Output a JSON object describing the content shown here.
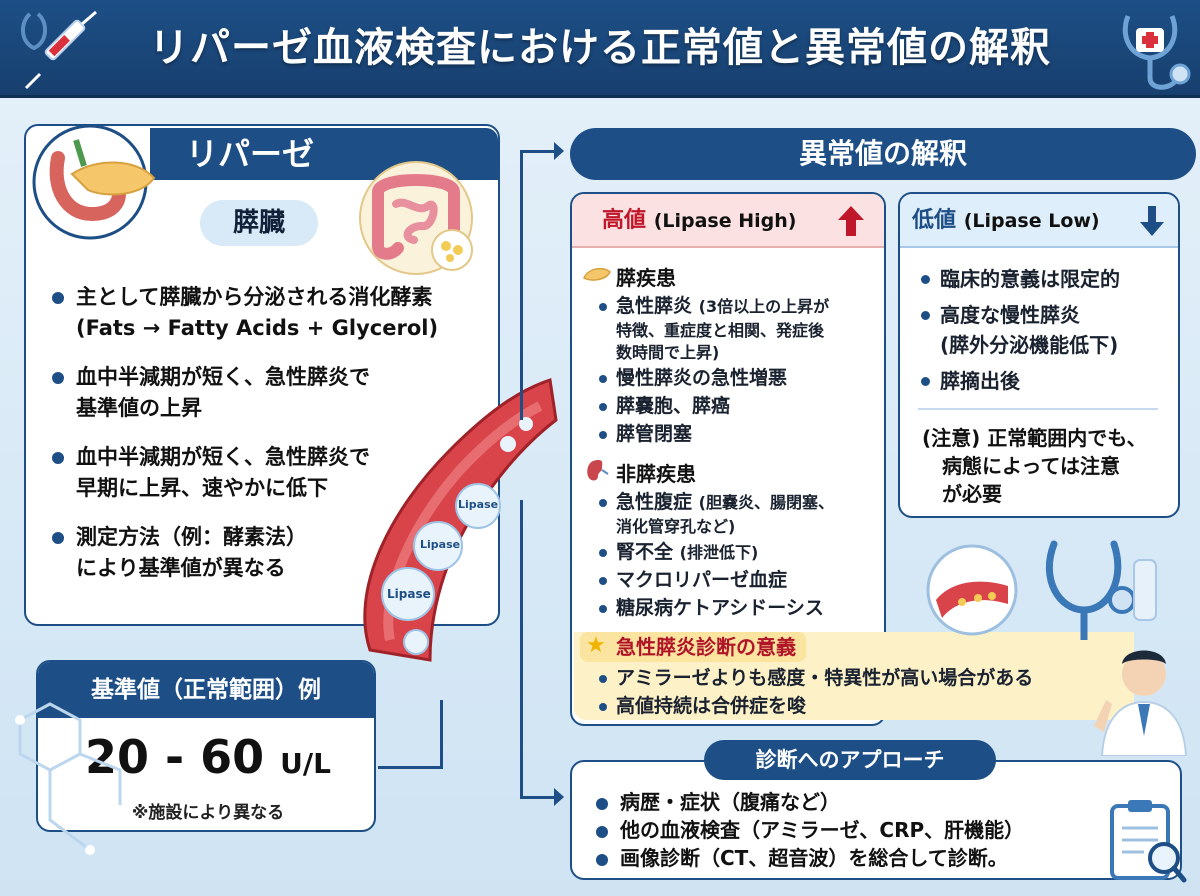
{
  "header": {
    "title": "リパーゼ血液検査における正常値と異常値の解釈"
  },
  "lipase_card": {
    "title": "リパーゼ",
    "organ": "膵臓",
    "bullets": [
      {
        "line1": "主として膵臓から分泌される消化酵素",
        "line2": "(Fats → Fatty Acids + Glycerol)"
      },
      {
        "line1": "血中半減期が短く、急性膵炎で",
        "line2": "基準値の上昇"
      },
      {
        "line1": "血中半減期が短く、急性膵炎で",
        "line2": "早期に上昇、速やかに低下"
      },
      {
        "line1": "測定方法（例：酵素法）",
        "line2": "により基準値が異なる"
      }
    ]
  },
  "reference": {
    "heading": "基準値（正常範囲）例",
    "value": "20 - 60",
    "unit": "U/L",
    "note": "※施設により異なる"
  },
  "vessel": {
    "labels": [
      "Lipase",
      "Lipase",
      "Lipase"
    ]
  },
  "abnormal": {
    "title": "異常値の解釈",
    "high": {
      "label": "高値",
      "label_en": "(Lipase High)",
      "pancreatic": {
        "category": "膵疾患",
        "items": [
          {
            "main": "急性膵炎",
            "detail": "(3倍以上の上昇が"
          },
          {
            "main": "特徴、重症度と相関、発症後"
          },
          {
            "main": "数時間で上昇)"
          },
          {
            "main": "慢性膵炎の急性増悪"
          },
          {
            "main": "膵嚢胞、膵癌"
          },
          {
            "main": "膵管閉塞"
          }
        ]
      },
      "non_pancreatic": {
        "category": "非膵疾患",
        "items": [
          {
            "main": "急性腹症",
            "detail": "(胆嚢炎、腸閉塞、"
          },
          {
            "main": "消化管穿孔など)"
          },
          {
            "main": "腎不全",
            "detail": "(排泄低下)"
          },
          {
            "main": "マクロリパーゼ血症"
          },
          {
            "main": "糖尿病ケトアシドーシス"
          }
        ]
      },
      "diagnosis": {
        "title": "急性膵炎診断の意義",
        "items": [
          "アミラーゼよりも感度・特異性が高い場合がある",
          "高値持続は合併症を唆"
        ]
      }
    },
    "low": {
      "label": "低値",
      "label_en": "(Lipase Low)",
      "items": [
        {
          "line1": "臨床的意義は限定的"
        },
        {
          "line1": "高度な慢性膵炎",
          "line2": "(膵外分泌機能低下)"
        },
        {
          "line1": "膵摘出後"
        }
      ],
      "caution_line1": "(注意) 正常範囲内でも、",
      "caution_line2": "病態によっては注意",
      "caution_line3": "が必要"
    }
  },
  "approach": {
    "title": "診断へのアプローチ",
    "items": [
      "病歴・症状（腹痛など）",
      "他の血液検査（アミラーゼ、CRP、肝機能）",
      "画像診断（CT、超音波）を総合して診断。"
    ]
  },
  "colors": {
    "navy": "#1d4f86",
    "high_red": "#c0162a",
    "high_bg": "#fbe1e1",
    "low_bg": "#dfeefb",
    "diag_bg": "#fdf1c8"
  },
  "icons": [
    "stethoscope-icon",
    "syringe-icon",
    "pancreas-icon",
    "intestine-icon",
    "kidney-icon",
    "up-arrow-icon",
    "down-arrow-icon",
    "star-icon",
    "doctor-icon",
    "clipboard-icon",
    "magnifier-icon",
    "blood-vessel-icon"
  ]
}
